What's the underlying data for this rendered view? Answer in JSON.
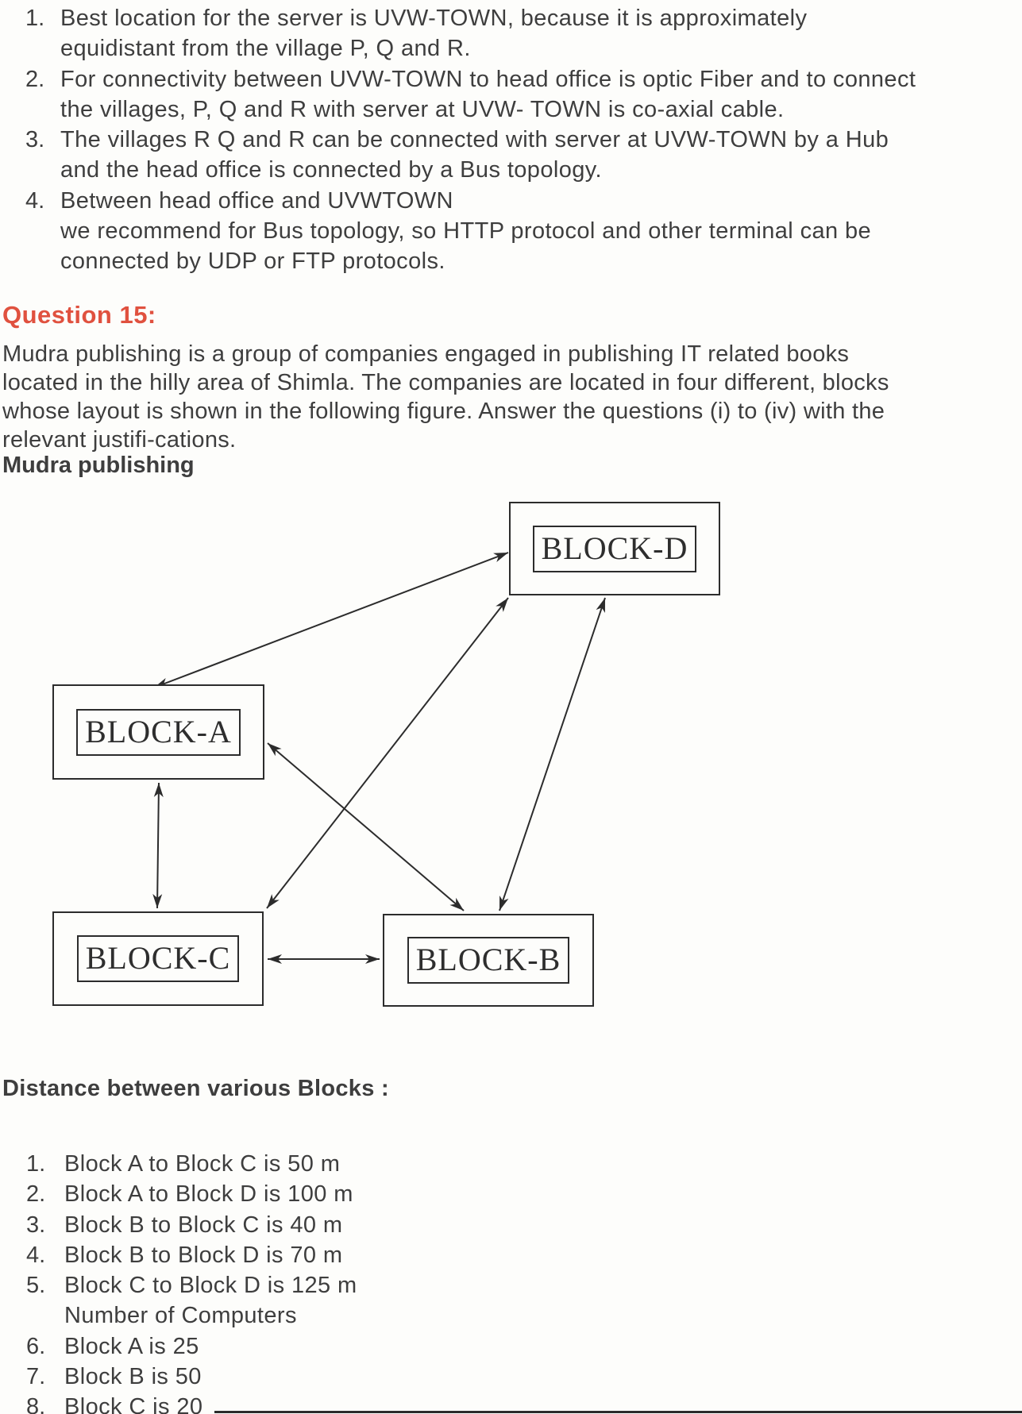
{
  "page": {
    "background": "#fdfdfb",
    "text_color": "#3e3e3e",
    "accent_color": "#e0513f",
    "line_color": "#2c2c2c"
  },
  "answers": {
    "items": [
      {
        "number": "1.",
        "lines": [
          "Best location for the server is UVW-TOWN, because it is approximately",
          "equidistant from the village P, Q and R."
        ]
      },
      {
        "number": "2.",
        "lines": [
          "For connectivity between UVW-TOWN to head office is optic Fiber and to connect",
          "the villages, P, Q and R with server at UVW- TOWN is co-axial cable."
        ]
      },
      {
        "number": "3.",
        "lines": [
          "The villages R Q and R can be connected with server at UVW-TOWN by a Hub",
          "and the head office is connected by a Bus topology."
        ]
      },
      {
        "number": "4.",
        "lines": [
          "Between head office and UVWTOWN",
          "we recommend for Bus topology, so HTTP protocol and other terminal can be",
          "connected by UDP or FTP protocols."
        ]
      }
    ]
  },
  "question15": {
    "heading": "Question 15:",
    "paragraph_lines": [
      "Mudra publishing is a group of companies engaged in publishing IT related books",
      "located in the hilly area of Shimla. The companies are located in four different, blocks",
      "whose layout is shown in the following figure. Answer the questions (i) to (iv) with the",
      "relevant justifi-cations."
    ],
    "subheading": "Mudra publishing"
  },
  "diagram": {
    "blocks": [
      {
        "label": "BLOCK-D"
      },
      {
        "label": "BLOCK-A"
      },
      {
        "label": "BLOCK-C"
      },
      {
        "label": "BLOCK-B"
      }
    ],
    "links": [
      {
        "from": "BLOCK-A",
        "to": "BLOCK-D",
        "style": "double-arrow"
      },
      {
        "from": "BLOCK-A",
        "to": "BLOCK-C",
        "style": "double-arrow"
      },
      {
        "from": "BLOCK-A",
        "to": "BLOCK-B",
        "style": "double-arrow"
      },
      {
        "from": "BLOCK-C",
        "to": "BLOCK-D",
        "style": "double-arrow"
      },
      {
        "from": "BLOCK-B",
        "to": "BLOCK-D",
        "style": "double-arrow"
      },
      {
        "from": "BLOCK-C",
        "to": "BLOCK-B",
        "style": "double-arrow"
      }
    ]
  },
  "distance_section": {
    "heading": "Distance between various Blocks :",
    "items": [
      {
        "number": "1.",
        "text": "Block A to Block C is 50 m"
      },
      {
        "number": "2.",
        "text": "Block A to Block D is 100 m"
      },
      {
        "number": "3.",
        "text": "Block B to Block C is 40 m"
      },
      {
        "number": "4.",
        "text": "Block B to Block D is 70 m"
      },
      {
        "number": "5.",
        "text": "Block C to Block D is 125 m"
      },
      {
        "number": "",
        "text": "Number of Computers"
      },
      {
        "number": "6.",
        "text": "Block A is 25"
      },
      {
        "number": "7.",
        "text": "Block B is 50"
      },
      {
        "number": "8.",
        "text": "Block C is 20"
      }
    ]
  }
}
